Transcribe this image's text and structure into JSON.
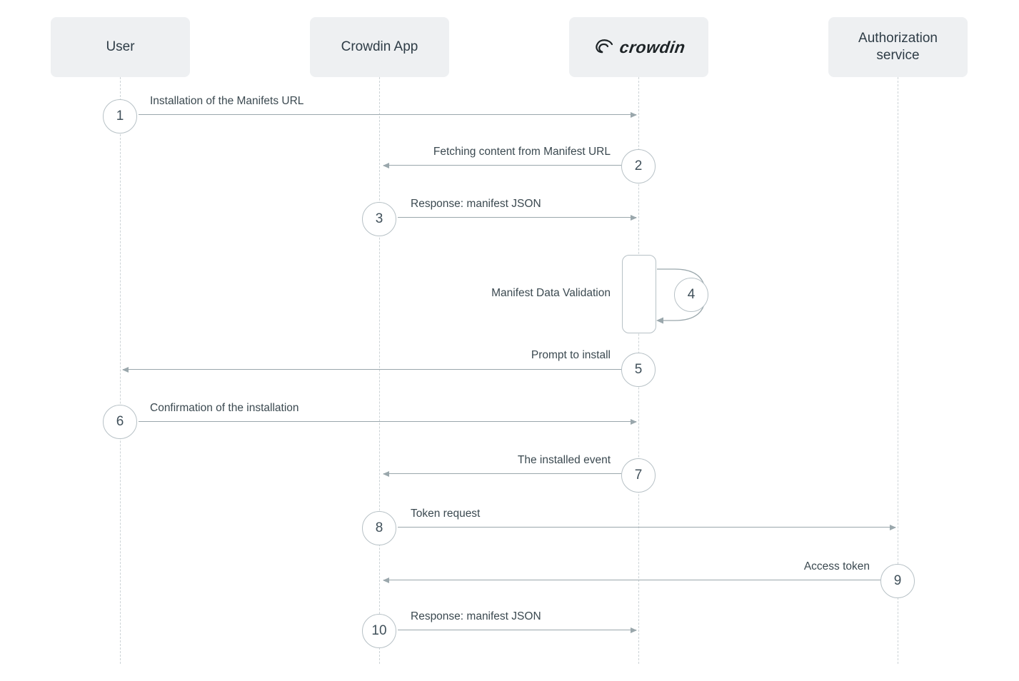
{
  "palette": {
    "actor_box_bg": "#eef0f2",
    "text_dark": "#2e3c46",
    "label_text": "#3b4950",
    "arrow_gray": "#9aa7ac",
    "circle_border": "#b7c1c6",
    "lifeline_dash": "#ccd3d6"
  },
  "actors": [
    {
      "label": "User"
    },
    {
      "label": "Crowdin App"
    },
    {
      "label": "crowdin"
    },
    {
      "label": "Authorization service"
    }
  ],
  "steps": [
    {
      "num": "1",
      "label": "Installation of the Manifets URL",
      "from": "User",
      "to": "Crowdin"
    },
    {
      "num": "2",
      "label": "Fetching content from Manifest URL",
      "from": "Crowdin",
      "to": "Crowdin App"
    },
    {
      "num": "3",
      "label": "Response: manifest JSON",
      "from": "Crowdin App",
      "to": "Crowdin"
    },
    {
      "num": "4",
      "label": "Manifest Data Validation",
      "from": "Crowdin",
      "to": "Crowdin"
    },
    {
      "num": "5",
      "label": "Prompt to install",
      "from": "Crowdin",
      "to": "User"
    },
    {
      "num": "6",
      "label": "Confirmation of the installation",
      "from": "User",
      "to": "Crowdin"
    },
    {
      "num": "7",
      "label": "The installed event",
      "from": "Crowdin",
      "to": "Crowdin App"
    },
    {
      "num": "8",
      "label": "Token request",
      "from": "Crowdin App",
      "to": "Authorization service"
    },
    {
      "num": "9",
      "label": "Access token",
      "from": "Authorization service",
      "to": "Crowdin App"
    },
    {
      "num": "10",
      "label": "Response: manifest JSON",
      "from": "Crowdin App",
      "to": "Crowdin"
    }
  ]
}
